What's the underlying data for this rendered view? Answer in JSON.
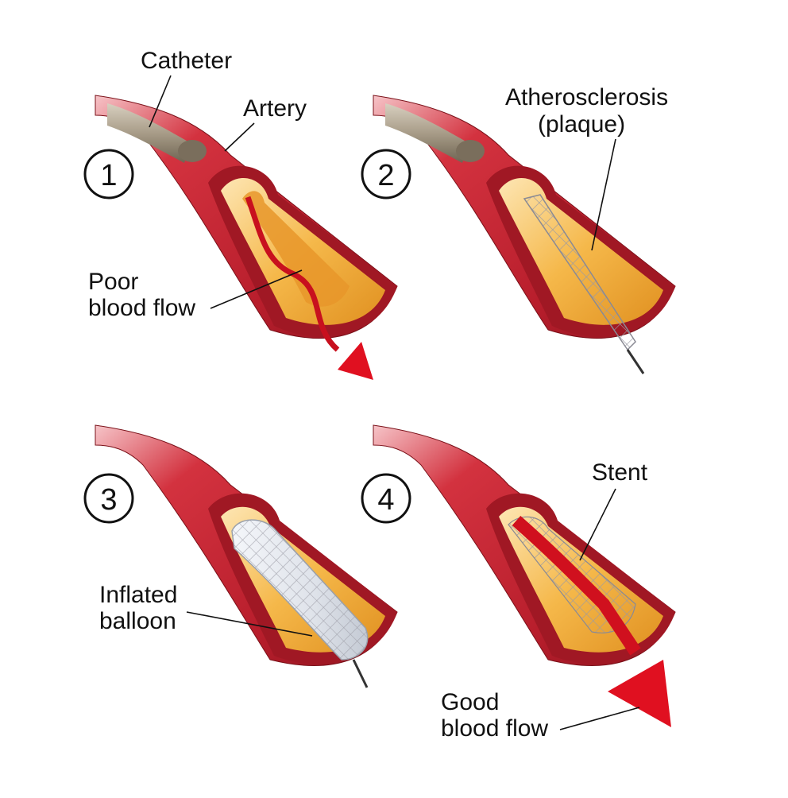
{
  "steps": [
    {
      "number": "1",
      "labels": {
        "catheter": "Catheter",
        "artery": "Artery",
        "flow_line1": "Poor",
        "flow_line2": "blood flow"
      }
    },
    {
      "number": "2",
      "labels": {
        "plaque_line1": "Atherosclerosis",
        "plaque_line2": "(plaque)"
      }
    },
    {
      "number": "3",
      "labels": {
        "balloon_line1": "Inflated",
        "balloon_line2": "balloon"
      }
    },
    {
      "number": "4",
      "labels": {
        "stent": "Stent",
        "flow_line1": "Good",
        "flow_line2": "blood flow"
      }
    }
  ],
  "colors": {
    "artery": "#c8202f",
    "artery_dark": "#8e1420",
    "plaque": "#f0a83a",
    "plaque_light": "#fde6b4",
    "lumen": "#d8841a",
    "arrow": "#e01020",
    "stent": "#a8a8b0",
    "balloon": "#e4e8ee",
    "catheter": "#9a8e7a"
  }
}
